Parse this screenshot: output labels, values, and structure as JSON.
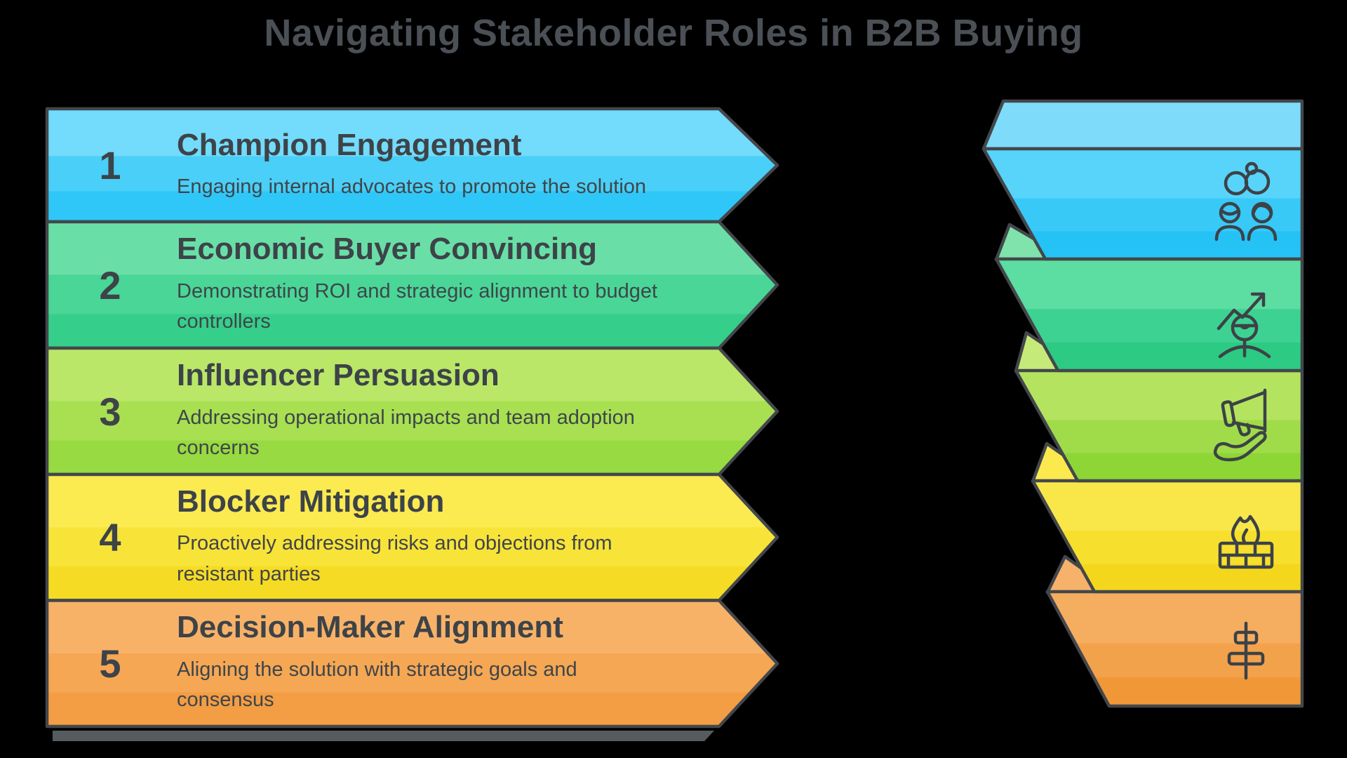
{
  "title": "Navigating Stakeholder Roles in B2B Buying",
  "steps": [
    {
      "number": "1",
      "label": "Champion Engagement",
      "description": "Engaging internal advocates to promote the solution",
      "icon": "linked-people-icon",
      "color_light": "#73dbfb",
      "color_main": "#49cff8",
      "color_dark": "#2fc7f7"
    },
    {
      "number": "2",
      "label": "Economic Buyer Convincing",
      "description": "Demonstrating ROI and strategic alignment to budget controllers",
      "icon": "growth-person-icon",
      "color_light": "#69dfa7",
      "color_main": "#49d697",
      "color_dark": "#35cf8b"
    },
    {
      "number": "3",
      "label": "Influencer Persuasion",
      "description": "Addressing operational impacts and team adoption concerns",
      "icon": "megaphone-hand-icon",
      "color_light": "#bae768",
      "color_main": "#a8e052",
      "color_dark": "#98da41"
    },
    {
      "number": "4",
      "label": "Blocker Mitigation",
      "description": "Proactively addressing risks and objections from resistant parties",
      "icon": "firewall-icon",
      "color_light": "#fbea50",
      "color_main": "#f8e338",
      "color_dark": "#f6db25"
    },
    {
      "number": "5",
      "label": "Decision-Maker Alignment",
      "description": "Aligning the solution with strategic goals and consensus",
      "icon": "align-icon",
      "color_light": "#f7b268",
      "color_main": "#f5a754",
      "color_dark": "#f39d44"
    }
  ],
  "colors": {
    "background": "#000000",
    "outline": "#43474b",
    "title_text": "#4b5056",
    "band_text": "#3d4348",
    "shadow_bar": "#565b60"
  }
}
